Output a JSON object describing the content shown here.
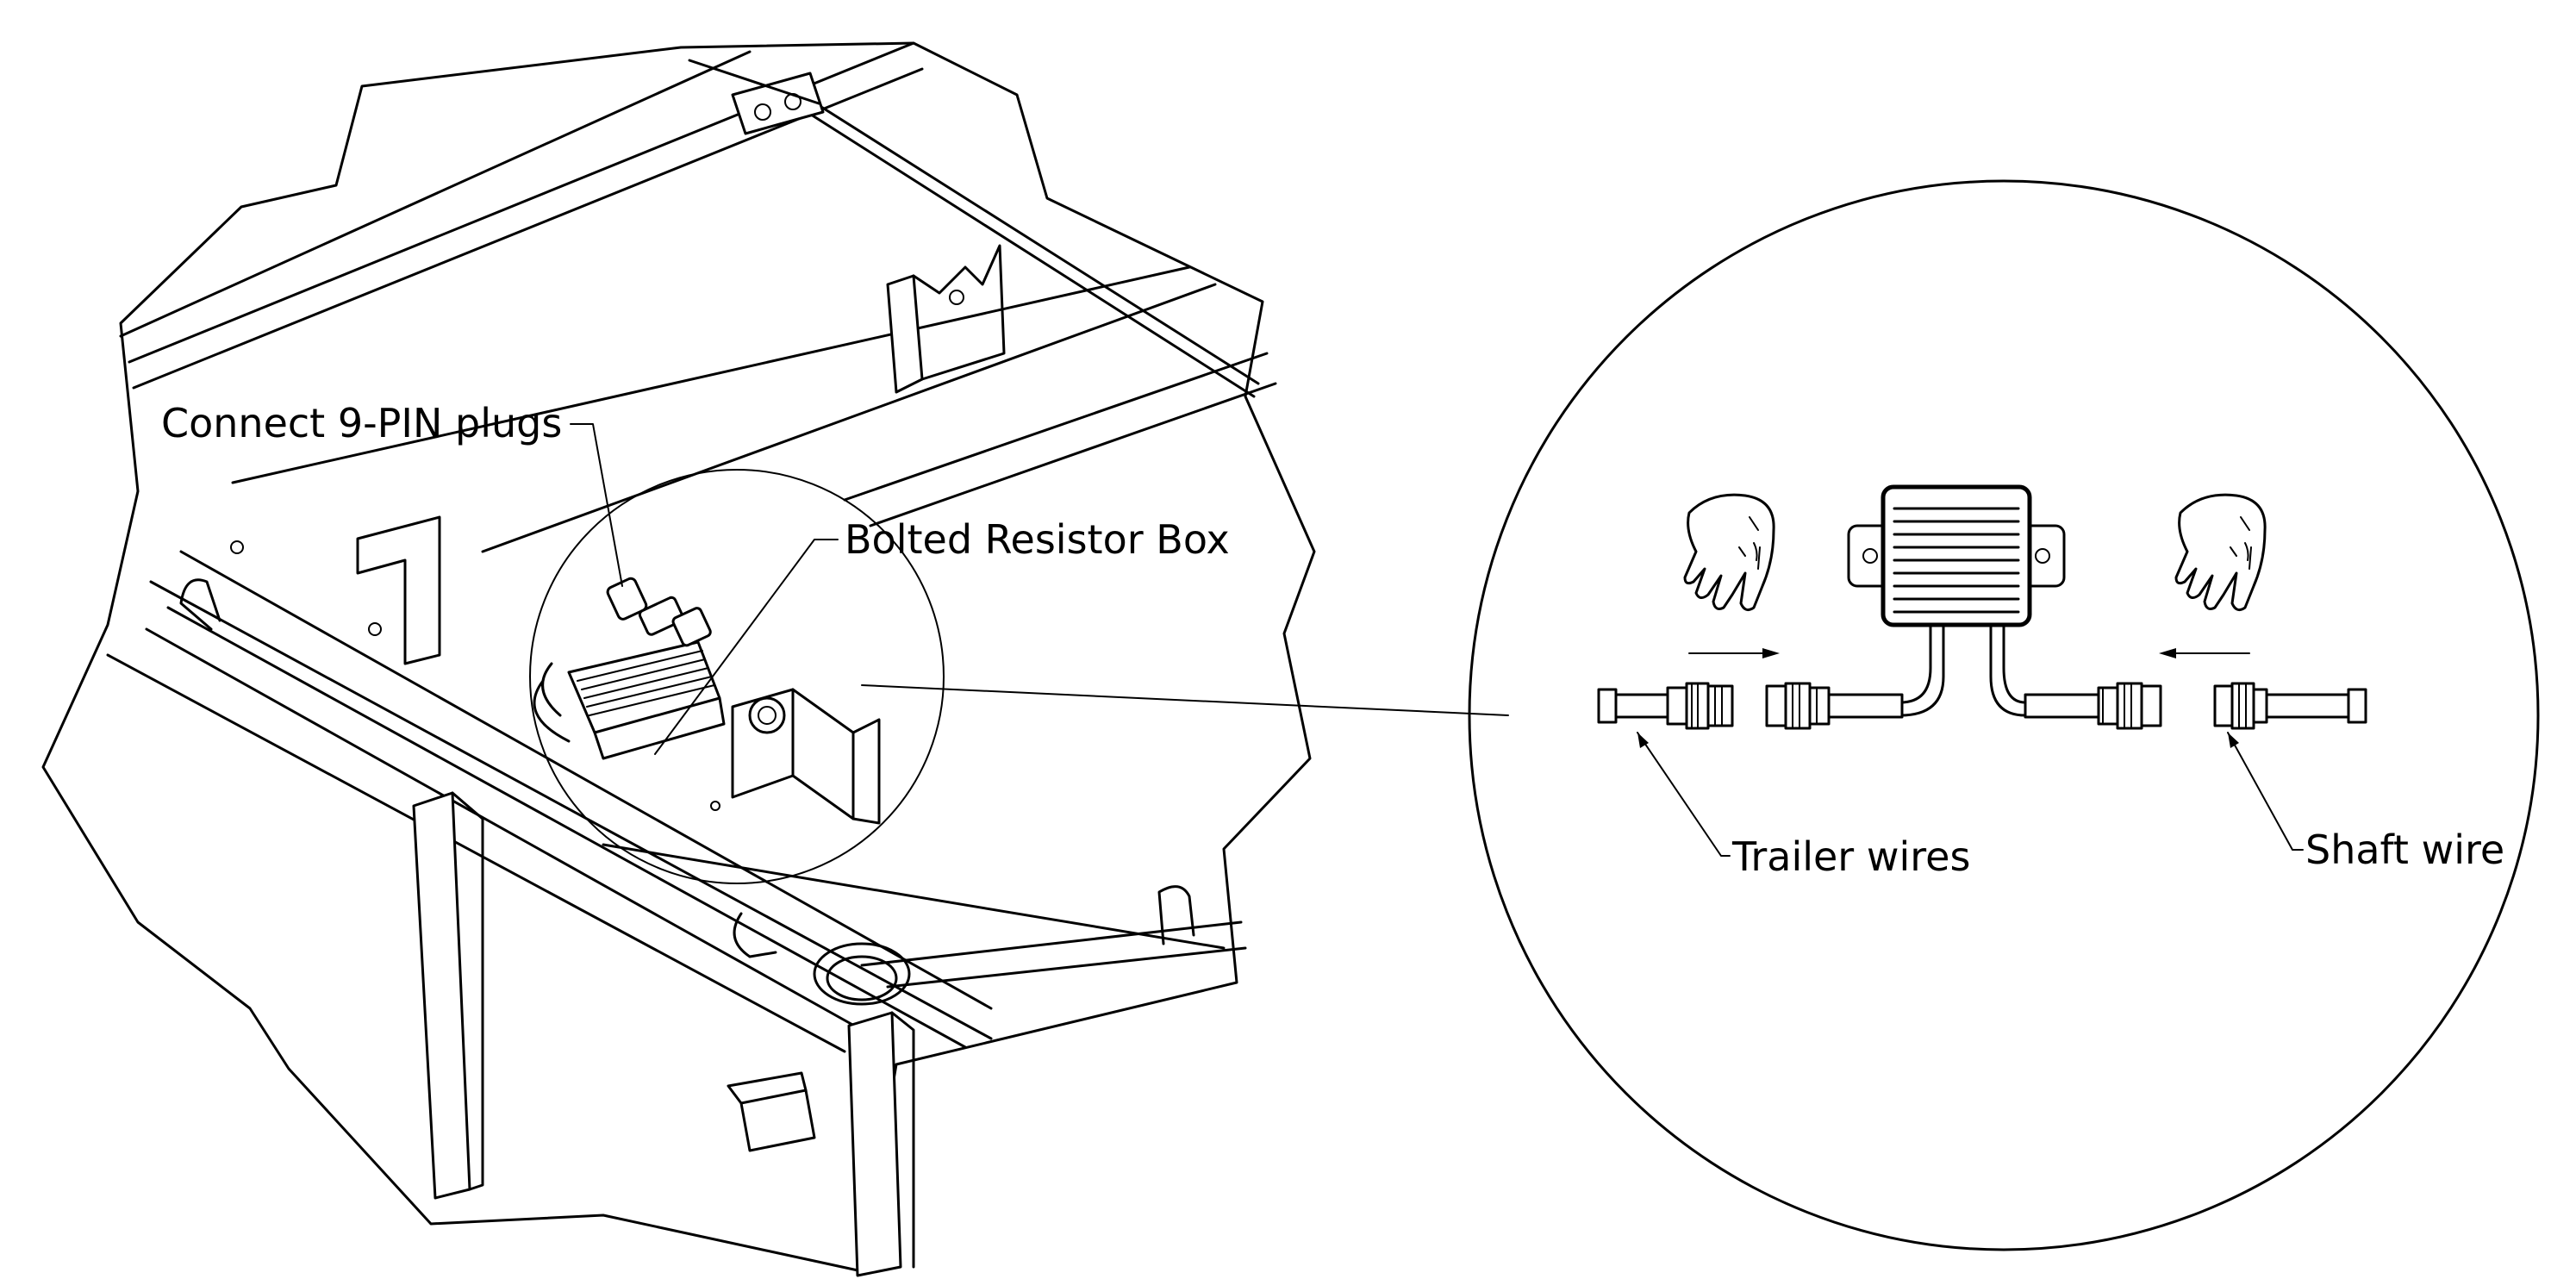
{
  "labels": {
    "connect_plugs": "Connect 9-PIN plugs",
    "resistor_box": "Bolted Resistor Box",
    "trailer_wires": "Trailer wires",
    "shaft_wire": "Shaft wire"
  },
  "icons": [
    "hand-icon-left",
    "hand-icon-right",
    "resistor-box-icon",
    "9-pin-plug-icon"
  ],
  "colors": {
    "line": "#000000",
    "background": "#ffffff"
  }
}
